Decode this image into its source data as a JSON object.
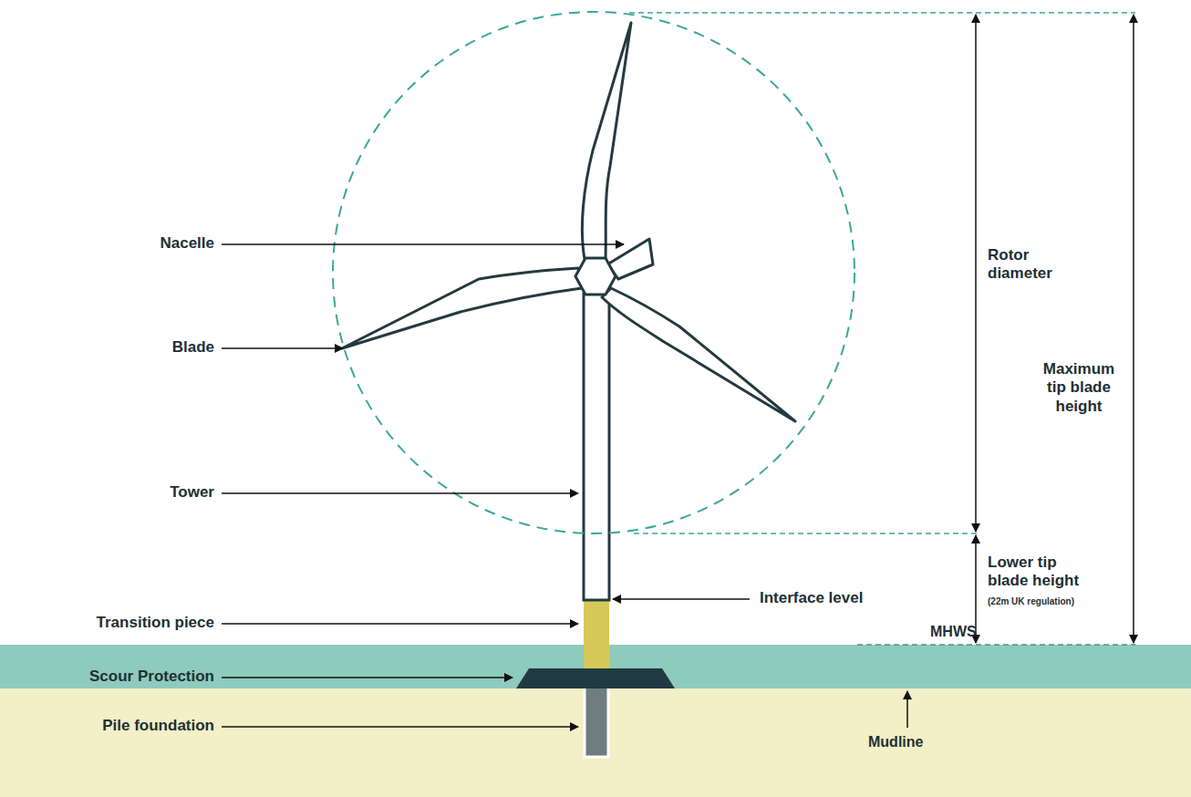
{
  "diagram": {
    "labels": [
      "Nacelle",
      "Blade",
      "Tower",
      "Transition piece",
      "Scour Protection",
      "Pile foundation",
      "Interface level",
      "Rotor diameter",
      "Maximum tip blade height",
      "Lower tip blade height",
      "(22m UK regulation)",
      "MHWS",
      "Mudline"
    ]
  }
}
